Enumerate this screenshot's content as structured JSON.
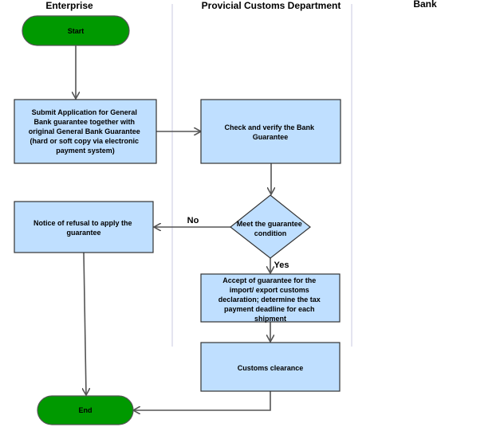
{
  "lanes": [
    {
      "id": "enterprise",
      "label": "Enterprise"
    },
    {
      "id": "customs",
      "label": "Provicial Customs Department"
    },
    {
      "id": "bank",
      "label": "Bank"
    }
  ],
  "nodes": {
    "start": {
      "type": "terminator",
      "lines": [
        "Start"
      ]
    },
    "submit": {
      "type": "process",
      "lines": [
        "Submit Application for General",
        "Bank guarantee together with",
        "original General Bank Guarantee",
        "(hard or soft copy via electronic",
        "payment system)"
      ]
    },
    "check": {
      "type": "process",
      "lines": [
        "Check and verify the Bank",
        "Guarantee"
      ]
    },
    "decision": {
      "type": "decision",
      "lines": [
        "Meet the guarantee",
        "condition"
      ]
    },
    "refusal": {
      "type": "process",
      "lines": [
        "Notice of refusal to apply the",
        "guarantee"
      ]
    },
    "accept": {
      "type": "process",
      "lines": [
        "Accept of guarantee for the",
        "import/ export customs",
        "declaration; determine the tax",
        "payment deadline for each",
        "shipment"
      ]
    },
    "clearance": {
      "type": "process",
      "lines": [
        "Customs clearance"
      ]
    },
    "end": {
      "type": "terminator",
      "lines": [
        "End"
      ]
    }
  },
  "edges": [
    {
      "from": "start",
      "to": "submit",
      "label": ""
    },
    {
      "from": "submit",
      "to": "check",
      "label": ""
    },
    {
      "from": "check",
      "to": "decision",
      "label": ""
    },
    {
      "from": "decision",
      "to": "refusal",
      "label": "No"
    },
    {
      "from": "decision",
      "to": "accept",
      "label": "Yes"
    },
    {
      "from": "accept",
      "to": "clearance",
      "label": ""
    },
    {
      "from": "refusal",
      "to": "end",
      "label": ""
    },
    {
      "from": "clearance",
      "to": "end",
      "label": ""
    }
  ],
  "colors": {
    "terminator_fill": "#009900",
    "terminator_stroke": "#555555",
    "process_fill": "#bfdfff",
    "process_stroke": "#333333",
    "connector": "#555555",
    "lane_divider": "#c8c8e0"
  }
}
